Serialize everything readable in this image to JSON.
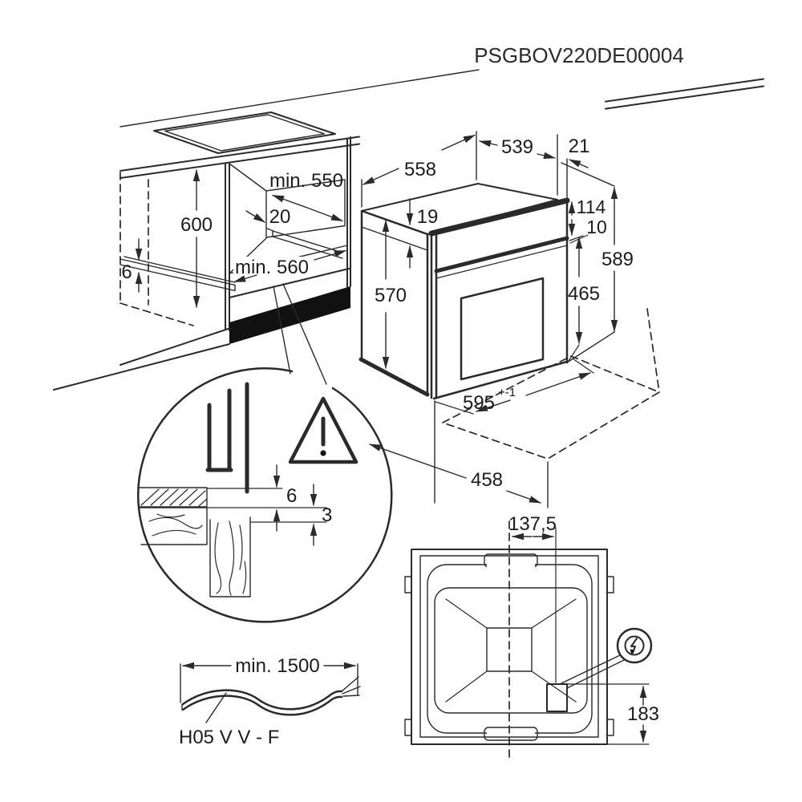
{
  "title": "PSGBOV220DE00004",
  "cabinet": {
    "niche_height": "600",
    "niche_depth": "min. 550",
    "rail_offset": "20",
    "niche_width": "min. 560",
    "rail_height": "6"
  },
  "oven": {
    "rear_width": "558",
    "casing_depth": "539",
    "door_protrusion": "21",
    "top_thickness": "19",
    "panel_height": "114",
    "gap": "10",
    "front_height": "589",
    "door_height": "465",
    "casing_height": "570",
    "front_width": "595",
    "front_width_tol": "+-1",
    "base_depth": "458"
  },
  "detail": {
    "top_gap": "6",
    "bottom_gap": "3"
  },
  "cable": {
    "length": "min. 1500",
    "type": "H05 V V - F"
  },
  "rear": {
    "socket_offset": "137,5",
    "socket_height": "183"
  }
}
